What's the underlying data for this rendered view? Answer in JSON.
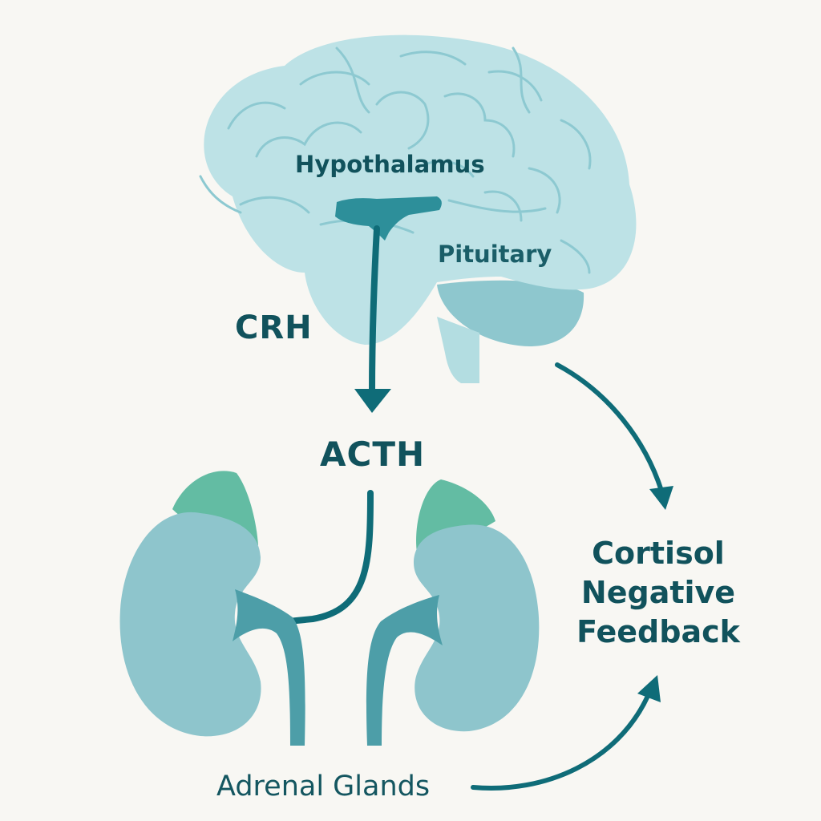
{
  "labels": {
    "hypothalamus": "Hypothalamus",
    "pituitary": "Pituitary",
    "crh": "CRH",
    "acth": "ACTH",
    "feedback": "Cortisol Negative Feedback",
    "adrenal": "Adrenal Glands"
  },
  "colors": {
    "background": "#f8f7f3",
    "brain": "#bde2e6",
    "brain_lines": "#8dc9d1",
    "dark_teal": "#0f6c78",
    "kidney": "#8ec5cc",
    "adrenal_gland": "#63bca3",
    "text": "#12545f"
  }
}
